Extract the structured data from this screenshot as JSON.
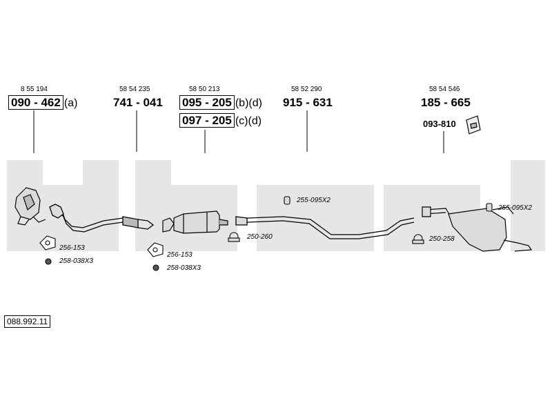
{
  "reference": "088.992.11",
  "main_parts": [
    {
      "oem": "8 55 194",
      "part_no": "090 - 462",
      "suffix": "(a)"
    },
    {
      "oem": "58 54 235",
      "part_no": "741 - 041",
      "suffix": ""
    },
    {
      "oem": "58 50 213",
      "part_no": "095 - 205",
      "suffix": "(b)(d)"
    },
    {
      "oem": "",
      "part_no": "097 - 205",
      "suffix": "(c)(d)"
    },
    {
      "oem": "58 52 290",
      "part_no": "915 - 631",
      "suffix": ""
    },
    {
      "oem": "58 54 546",
      "part_no": "185 - 665",
      "suffix": ""
    }
  ],
  "mount_part": "093-810",
  "accessories": [
    {
      "code": "256-153",
      "type": "gasket"
    },
    {
      "code": "258-038X3",
      "type": "nut"
    },
    {
      "code": "256-153",
      "type": "gasket"
    },
    {
      "code": "258-038X3",
      "type": "nut"
    },
    {
      "code": "250-260",
      "type": "clamp"
    },
    {
      "code": "255-095X2",
      "type": "rubber-mount"
    },
    {
      "code": "250-258",
      "type": "clamp"
    },
    {
      "code": "255-095X2",
      "type": "rubber-mount"
    }
  ],
  "colors": {
    "watermark": "#e6e6e6",
    "line": "#000000",
    "part_fill": "#dcdcdc"
  }
}
